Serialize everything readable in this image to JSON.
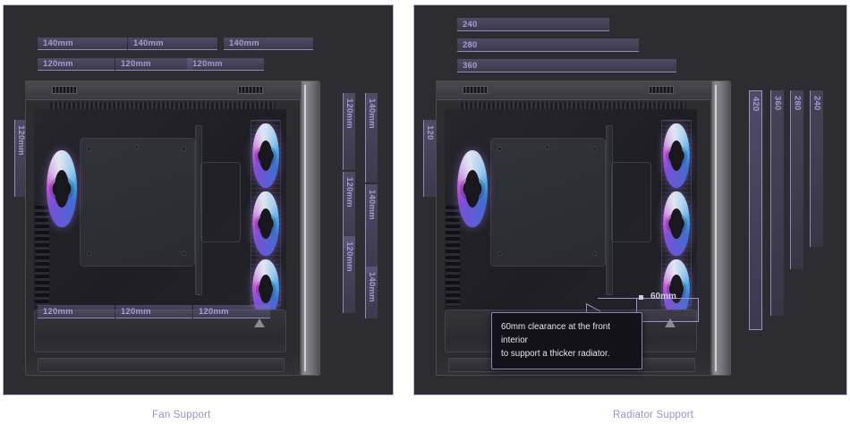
{
  "page": {
    "background": "#ffffff",
    "panel_background": "#2c2c31",
    "panel_border": "#b9b2d6",
    "accent": "#9b91c6",
    "bar_text_color": "#a79cd2"
  },
  "panels": [
    {
      "id": "fan",
      "caption": "Fan Support",
      "top_bars": [
        {
          "label": "140mm",
          "row": 1
        },
        {
          "label": "140mm",
          "row": 1
        },
        {
          "label": "140mm",
          "row": 1
        },
        {
          "label": "120mm",
          "row": 2
        },
        {
          "label": "120mm",
          "row": 2
        },
        {
          "label": "120mm",
          "row": 2
        }
      ],
      "left_bars": [
        {
          "label": "120mm"
        }
      ],
      "bottom_bars": [
        {
          "label": "120mm"
        },
        {
          "label": "120mm"
        },
        {
          "label": "120mm"
        }
      ],
      "right_bars_inner": [
        {
          "label": "120mm"
        },
        {
          "label": "120mm"
        },
        {
          "label": "120mm"
        }
      ],
      "right_bars_outer": [
        {
          "label": "140mm"
        },
        {
          "label": "140mm"
        },
        {
          "label": "140mm"
        }
      ]
    },
    {
      "id": "radiator",
      "caption": "Radiator Support",
      "top_bars": [
        {
          "label": "240"
        },
        {
          "label": "280"
        },
        {
          "label": "360"
        }
      ],
      "left_bars": [
        {
          "label": "120"
        }
      ],
      "right_bars": [
        {
          "label": "420"
        },
        {
          "label": "360"
        },
        {
          "label": "280"
        },
        {
          "label": "240"
        }
      ],
      "callout": {
        "label": "60mm",
        "tooltip": "60mm clearance at the front interior\nto support a thicker radiator."
      }
    }
  ]
}
